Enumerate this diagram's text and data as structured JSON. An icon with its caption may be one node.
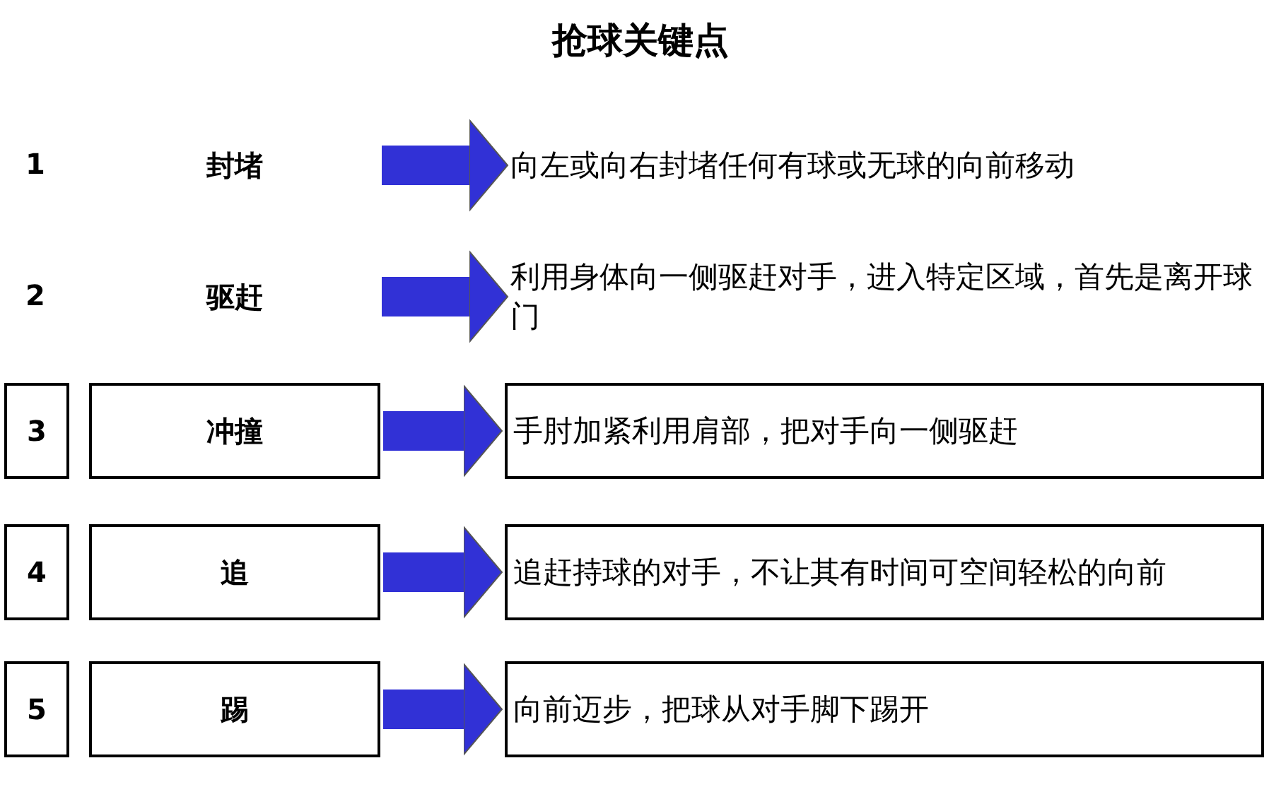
{
  "diagram": {
    "title": "抢球关键点",
    "nodes": [
      {
        "text": [
          "封堵"
        ]
      },
      {
        "text": [
          "向左或向右封堵任何有球或无球的向前移动"
        ]
      },
      {
        "text": [
          "驱赶"
        ]
      },
      {
        "text": [
          "利用身体向一侧驱赶对手，进入特定区域，首先是离开球门"
        ]
      },
      {
        "text": [
          "3"
        ]
      },
      {
        "text": [
          "冲撞"
        ]
      },
      {
        "text": [
          "手肘加紧利用肩部，把对手向一侧驱赶"
        ]
      },
      {
        "text": [
          "4"
        ]
      },
      {
        "text": [
          "追"
        ]
      },
      {
        "text": [
          "追赶持球的对手，不让其有时间可空间轻松的向前"
        ]
      },
      {
        "text": [
          "5"
        ]
      },
      {
        "text": [
          "踢"
        ]
      },
      {
        "text": [
          "向前迈步，把球从对手脚下踢开"
        ]
      }
    ],
    "edges": [
      {
        "from": 0,
        "to": 1,
        "arrow": "to"
      },
      {
        "from": 2,
        "to": 3,
        "arrow": "to"
      },
      {
        "from": 5,
        "to": 6,
        "arrow": "to"
      },
      {
        "from": 8,
        "to": 9,
        "arrow": "to"
      },
      {
        "from": 11,
        "to": 12,
        "arrow": "to"
      }
    ],
    "labels": [
      "1",
      "2"
    ]
  }
}
